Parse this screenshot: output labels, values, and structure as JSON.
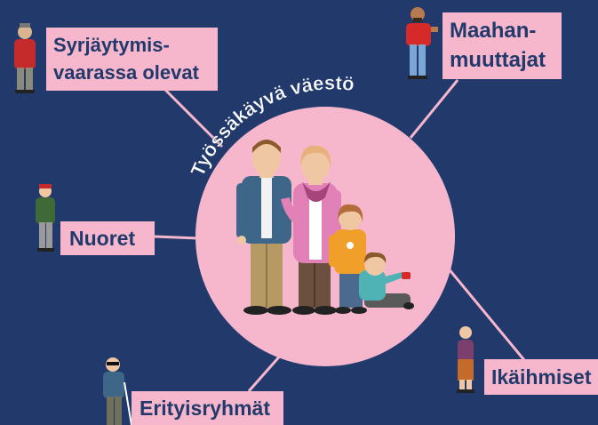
{
  "center": {
    "title": "Työssäkäyvä väestö"
  },
  "groups": {
    "top_left": {
      "line1": "Syrjäytymis-",
      "line2": "vaarassa olevat"
    },
    "top_right": {
      "line1": "Maahan-",
      "line2": "muuttajat"
    },
    "left": {
      "label": "Nuoret"
    },
    "bottom_right": {
      "label": "Ikäihmiset"
    },
    "bottom_left": {
      "label": "Erityisryhmät"
    }
  },
  "colors": {
    "background": "#21396b",
    "accent_pink": "#f6b7cd",
    "connector": "#f6b7cd",
    "text": "#21396b"
  }
}
